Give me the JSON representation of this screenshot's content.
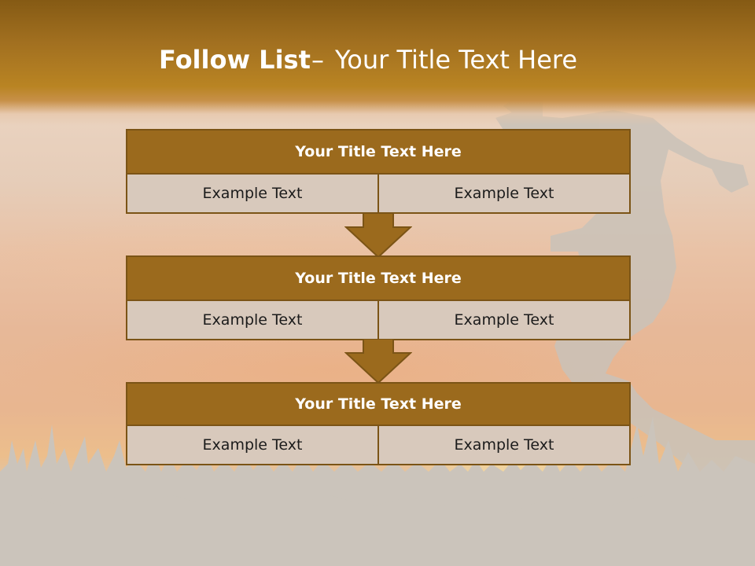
{
  "slide": {
    "title_bold": "Follow List",
    "title_dash": "–",
    "title_rest": "Your Title Text Here"
  },
  "steps": [
    {
      "title": "Your Title Text Here",
      "left": "Example Text",
      "right": "Example Text"
    },
    {
      "title": "Your Title Text Here",
      "left": "Example Text",
      "right": "Example Text"
    },
    {
      "title": "Your Title Text Here",
      "left": "Example Text",
      "right": "Example Text"
    }
  ],
  "colors": {
    "header_band": "#a27020",
    "box_header": "#9b6a1d",
    "box_border": "#7b5416",
    "box_body": "#d8c9bc",
    "arrow": "#9b6a1d"
  }
}
